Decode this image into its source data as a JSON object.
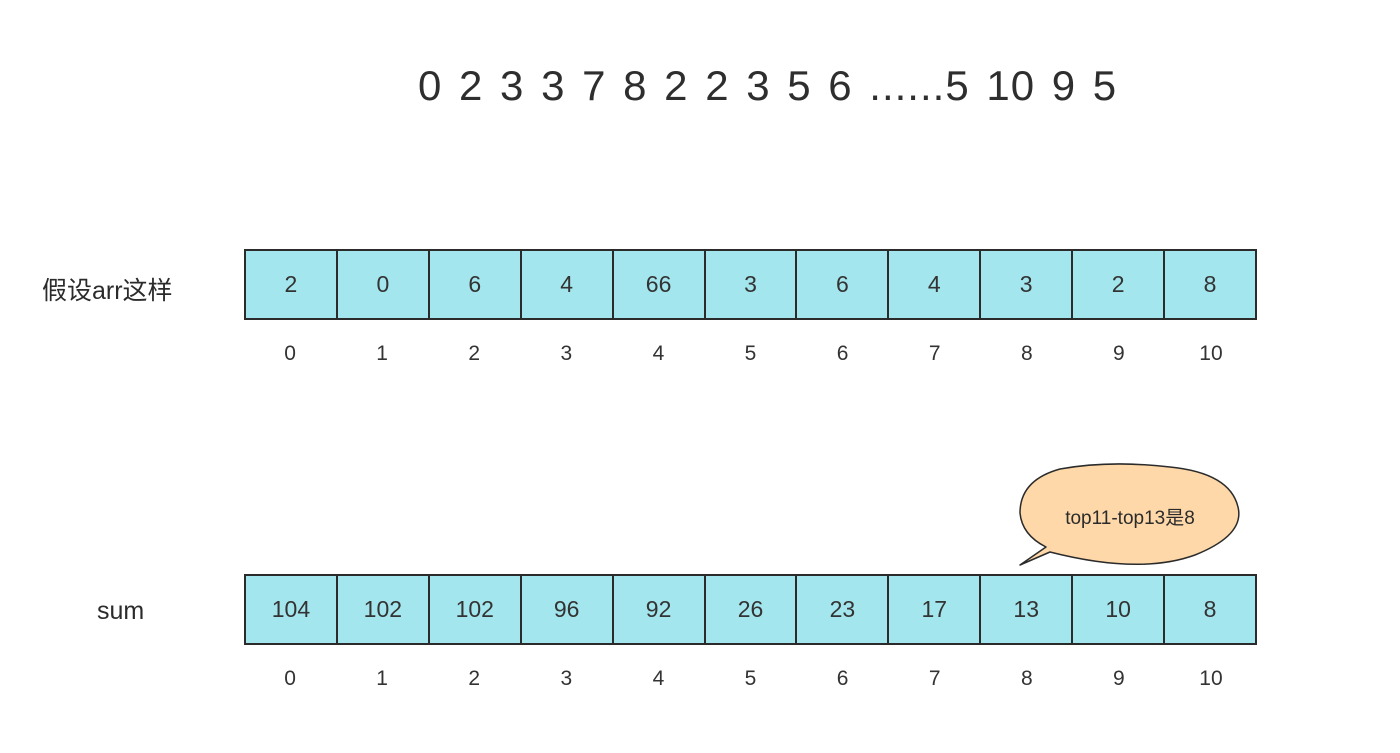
{
  "sequence_text": "0 2 3 3 7 8 2 2 3 5 6 ......5 10 9 5",
  "arr": {
    "label": "假设arr这样",
    "values": [
      "2",
      "0",
      "6",
      "4",
      "66",
      "3",
      "6",
      "4",
      "3",
      "2",
      "8"
    ],
    "indices": [
      "0",
      "1",
      "2",
      "3",
      "4",
      "5",
      "6",
      "7",
      "8",
      "9",
      "10"
    ]
  },
  "sum": {
    "label": "sum",
    "values": [
      "104",
      "102",
      "102",
      "96",
      "92",
      "26",
      "23",
      "17",
      "13",
      "10",
      "8"
    ],
    "indices": [
      "0",
      "1",
      "2",
      "3",
      "4",
      "5",
      "6",
      "7",
      "8",
      "9",
      "10"
    ]
  },
  "callout": {
    "text": "top11-top13是8"
  },
  "colors": {
    "cell_fill": "#a3e6ee",
    "callout_fill": "#fed8a8",
    "stroke": "#2b2b2b"
  }
}
